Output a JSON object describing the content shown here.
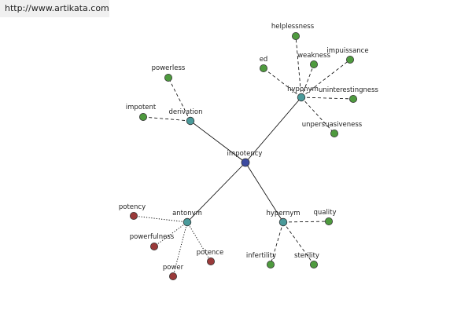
{
  "source_url": "http://www.artikata.com",
  "colors": {
    "root": "#3b4aa0",
    "relation": "#4a9a9a",
    "related_word": "#4e9a3e",
    "antonym_word": "#9a3a3a"
  },
  "graph": {
    "root": {
      "id": "impotency",
      "label": "impotency",
      "kind": "root"
    },
    "relations": [
      {
        "id": "hyponym",
        "label": "hyponym",
        "kind": "relation",
        "edge": "dashed",
        "words": [
          "helplessness",
          "weakness",
          "impuissance",
          "ed",
          "uninterestingness",
          "unpersuasiveness"
        ]
      },
      {
        "id": "derivation",
        "label": "derivation",
        "kind": "relation",
        "edge": "dashed",
        "words": [
          "powerless",
          "impotent"
        ]
      },
      {
        "id": "antonym",
        "label": "antonym",
        "kind": "relation",
        "edge": "dotted",
        "words": [
          "potency",
          "powerfulness",
          "potence",
          "power"
        ]
      },
      {
        "id": "hypernym",
        "label": "hypernym",
        "kind": "relation",
        "edge": "dashed",
        "words": [
          "quality",
          "infertility",
          "sterility"
        ]
      }
    ]
  }
}
